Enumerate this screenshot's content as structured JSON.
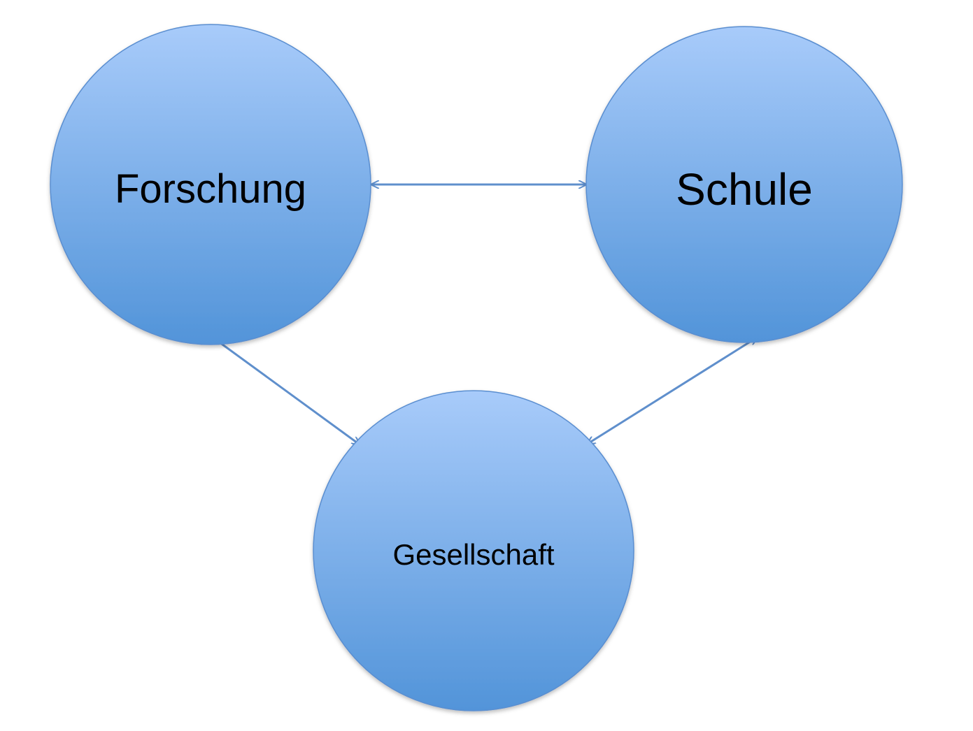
{
  "diagram": {
    "nodes": [
      {
        "id": "forschung",
        "label": "Forschung"
      },
      {
        "id": "schule",
        "label": "Schule"
      },
      {
        "id": "gesellschaft",
        "label": "Gesellschaft"
      }
    ],
    "edges": [
      {
        "from": "forschung",
        "to": "schule",
        "direction": "both"
      },
      {
        "from": "forschung",
        "to": "gesellschaft",
        "direction": "both"
      },
      {
        "from": "schule",
        "to": "gesellschaft",
        "direction": "both"
      }
    ],
    "colors": {
      "node_fill_top": "#a8cbfa",
      "node_fill_bottom": "#5294d9",
      "node_stroke": "#5a8ed0",
      "arrow": "#5f8fcc",
      "text": "#000000"
    }
  }
}
